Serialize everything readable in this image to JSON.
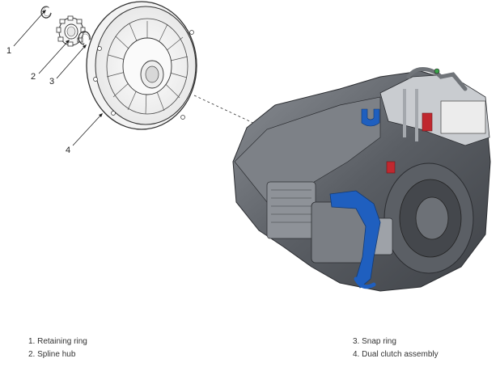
{
  "callouts": [
    "1",
    "2",
    "3",
    "4"
  ],
  "legend": {
    "left": [
      "1. Retaining ring",
      "2. Spline hub"
    ],
    "right": [
      "3. Snap ring",
      "4. Dual clutch assembly"
    ]
  },
  "colors": {
    "part_fill": "#f4f4f4",
    "outline": "#333333",
    "housing_dark": "#4a4d52",
    "housing_mid": "#6b6f75",
    "housing_light": "#9a9ea4",
    "accent_blue": "#1f5fbf",
    "accent_red": "#c0282f"
  }
}
